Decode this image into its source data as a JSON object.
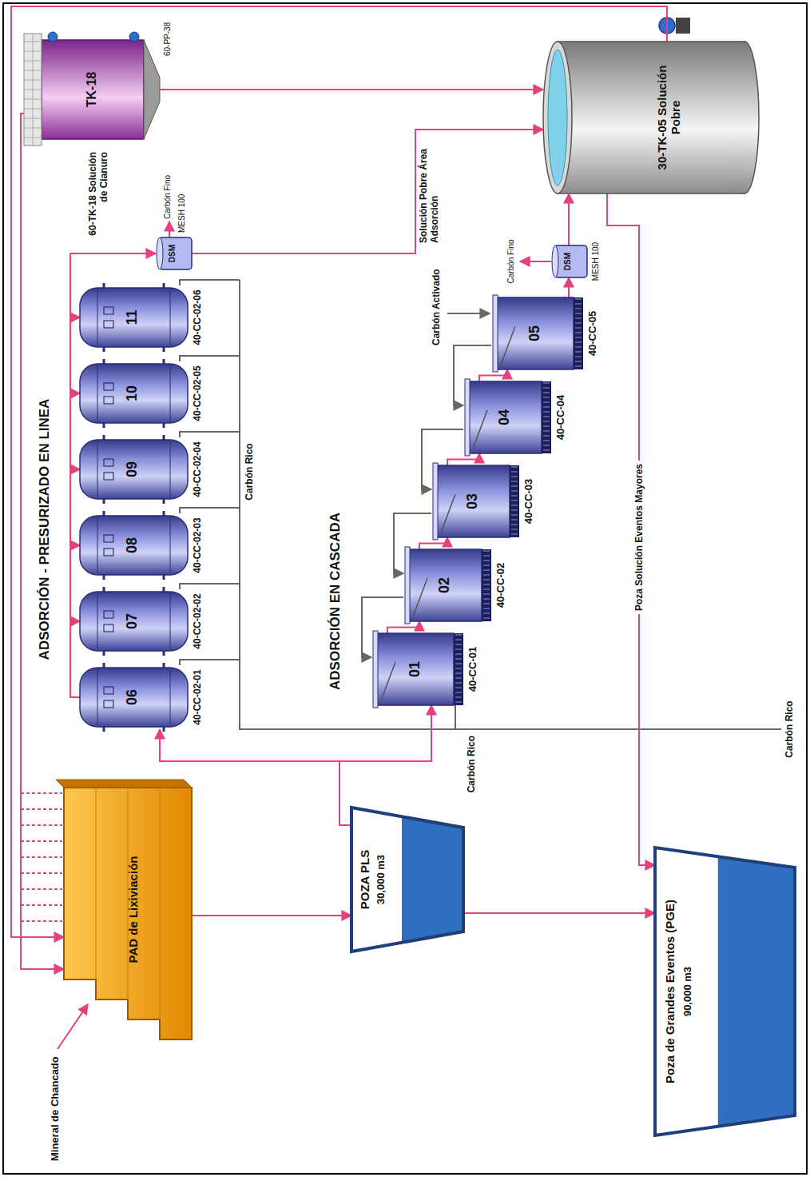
{
  "diagram": {
    "nodes": [
      {
        "text": [
          "PAD de Lixiviación"
        ]
      },
      {
        "text": [
          "POZA PLS",
          "30,000 m3"
        ]
      },
      {
        "text": [
          "Poza de Grandes Eventos (PGE)",
          "90,000 m3"
        ]
      },
      {
        "text": [
          "06",
          "40-CC-02-01"
        ]
      },
      {
        "text": [
          "07",
          "40-CC-02-02"
        ]
      },
      {
        "text": [
          "08",
          "40-CC-02-03"
        ]
      },
      {
        "text": [
          "09",
          "40-CC-02-04"
        ]
      },
      {
        "text": [
          "10",
          "40-CC-02-05"
        ]
      },
      {
        "text": [
          "11",
          "40-CC-02-06"
        ]
      },
      {
        "text": [
          "DSM",
          "MESH 100"
        ]
      },
      {
        "text": [
          "01",
          "40-CC-01"
        ]
      },
      {
        "text": [
          "02",
          "40-CC-02"
        ]
      },
      {
        "text": [
          "03",
          "40-CC-03"
        ]
      },
      {
        "text": [
          "04",
          "40-CC-04"
        ]
      },
      {
        "text": [
          "05",
          "40-CC-05"
        ]
      },
      {
        "text": [
          "DSM",
          "MESH 100"
        ]
      },
      {
        "text": [
          "TK-18",
          "60-TK-18 Solución de Cianuro"
        ]
      },
      {
        "text": [
          "30-TK-05 Solución Pobre"
        ]
      }
    ],
    "edges": [
      {
        "from": 0,
        "to": 1,
        "arrow": "to"
      },
      {
        "from": 1,
        "to": 3,
        "arrow": "to"
      },
      {
        "from": 1,
        "to": 10,
        "arrow": "to"
      },
      {
        "from": 1,
        "to": 2,
        "arrow": "to"
      },
      {
        "from": 3,
        "to": 4,
        "arrow": "to"
      },
      {
        "from": 4,
        "to": 5,
        "arrow": "to"
      },
      {
        "from": 5,
        "to": 6,
        "arrow": "to"
      },
      {
        "from": 6,
        "to": 7,
        "arrow": "to"
      },
      {
        "from": 7,
        "to": 8,
        "arrow": "to"
      },
      {
        "from": 8,
        "to": 9,
        "arrow": "to"
      },
      {
        "from": 10,
        "to": 11,
        "arrow": "to"
      },
      {
        "from": 11,
        "to": 12,
        "arrow": "to"
      },
      {
        "from": 12,
        "to": 13,
        "arrow": "to"
      },
      {
        "from": 13,
        "to": 14,
        "arrow": "to"
      },
      {
        "from": 14,
        "to": 15,
        "arrow": "to"
      },
      {
        "from": 14,
        "to": 13,
        "arrow": "to"
      },
      {
        "from": 13,
        "to": 12,
        "arrow": "to"
      },
      {
        "from": 12,
        "to": 11,
        "arrow": "to"
      },
      {
        "from": 11,
        "to": 10,
        "arrow": "to"
      },
      {
        "from": 9,
        "to": 17,
        "arrow": "to"
      },
      {
        "from": 15,
        "to": 17,
        "arrow": "to"
      },
      {
        "from": 16,
        "to": 17,
        "arrow": "to"
      },
      {
        "from": 17,
        "to": 0,
        "arrow": "to"
      },
      {
        "from": 16,
        "to": 0,
        "arrow": "to"
      },
      {
        "from": 17,
        "to": 2,
        "label": "Poza Solución Eventos Mayores",
        "arrow": "to"
      }
    ],
    "labels": [
      "Mineral de Chancado",
      "ADSORCIÓN - PRESURIZADO EN LINEA",
      "Carbón Rico",
      "Carbón Fino",
      "ADSORCIÓN EN CASCADA",
      "Carbón Activado",
      "Carbón Fino",
      "Carbón Rico",
      "Solución Pobre Área Adsorción",
      "60-PP-38",
      "Carbón Rico"
    ]
  }
}
